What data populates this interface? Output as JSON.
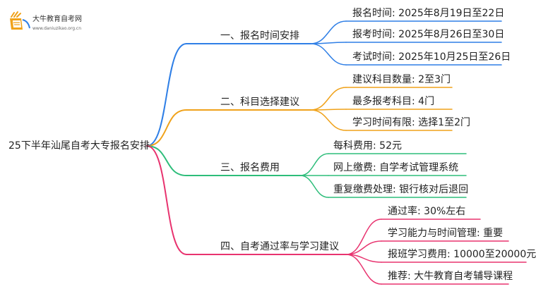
{
  "logo": {
    "title": "大牛教育自考网",
    "url": "www.daniuzikao.org.cn",
    "icon": "book-icon"
  },
  "root": {
    "label": "25下半年汕尾自考大专报名安排"
  },
  "branches": [
    {
      "label": "一、报名时间安排",
      "color": "#2f7fe6",
      "items": [
        "报名时间: 2025年8月19日至22日",
        "报考时间: 2025年8月26日至30日",
        "考试时间: 2025年10月25日至26日"
      ]
    },
    {
      "label": "二、科目选择建议",
      "color": "#f0a21a",
      "items": [
        "建议科目数量: 2至3门",
        "最多报考科目: 4门",
        "学习时间有限: 选择1至2门"
      ]
    },
    {
      "label": "三、报名费用",
      "color": "#2dbd7a",
      "items": [
        "每科费用: 52元",
        "网上缴费: 自学考试管理系统",
        "重复缴费处理: 银行核对后退回"
      ]
    },
    {
      "label": "四、自考通过率与学习建议",
      "color": "#e8336f",
      "items": [
        "通过率: 30%左右",
        "学习能力与时间管理: 重要",
        "报班学习费用: 10000至20000元",
        "推荐: 大牛教育自考辅导课程"
      ]
    }
  ]
}
